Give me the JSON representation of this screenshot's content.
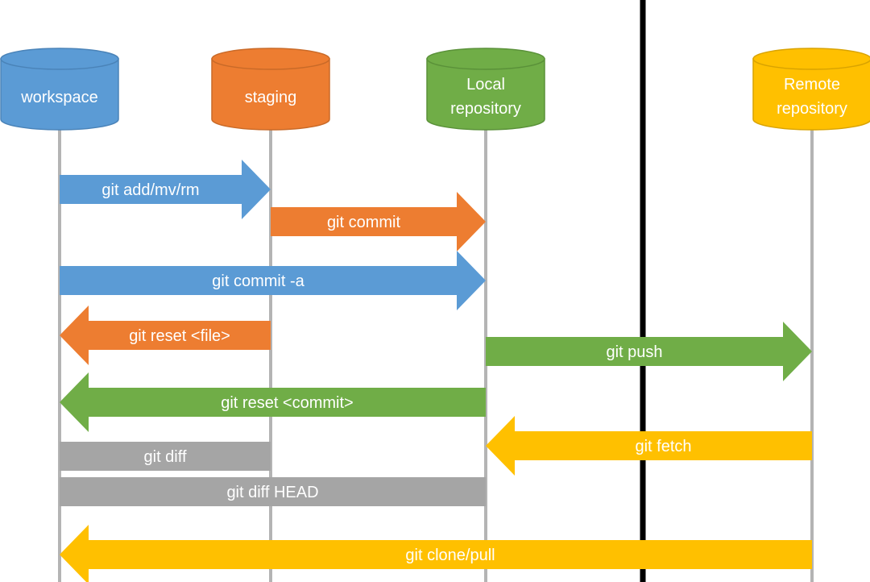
{
  "colors": {
    "blue": "#5b9bd5",
    "blue_dark": "#4a83b8",
    "orange": "#ed7d31",
    "orange_dark": "#c96a28",
    "green": "#70ad47",
    "green_dark": "#5a9139",
    "yellow": "#ffc000",
    "yellow_dark": "#d9a300",
    "gray": "#a5a5a5",
    "lifeline": "#b4b4b4",
    "divider": "#000000"
  },
  "nodes": [
    {
      "id": "workspace",
      "lines": [
        "workspace"
      ],
      "color": "blue"
    },
    {
      "id": "staging",
      "lines": [
        "staging"
      ],
      "color": "orange"
    },
    {
      "id": "local",
      "lines": [
        "Local",
        "repository"
      ],
      "color": "green"
    },
    {
      "id": "remote",
      "lines": [
        "Remote",
        "repository"
      ],
      "color": "yellow"
    }
  ],
  "commands": [
    {
      "label": "git add/mv/rm",
      "from": "workspace",
      "to": "staging",
      "color": "blue",
      "kind": "arrow"
    },
    {
      "label": "git commit",
      "from": "staging",
      "to": "local",
      "color": "orange",
      "kind": "arrow"
    },
    {
      "label": "git commit -a",
      "from": "workspace",
      "to": "local",
      "color": "blue",
      "kind": "arrow"
    },
    {
      "label": "git reset <file>",
      "from": "staging",
      "to": "workspace",
      "color": "orange",
      "kind": "arrow"
    },
    {
      "label": "git push",
      "from": "local",
      "to": "remote",
      "color": "green",
      "kind": "arrow"
    },
    {
      "label": "git reset <commit>",
      "from": "local",
      "to": "workspace",
      "color": "green",
      "kind": "arrow"
    },
    {
      "label": "git fetch",
      "from": "remote",
      "to": "local",
      "color": "yellow",
      "kind": "arrow"
    },
    {
      "label": "git diff",
      "from": "workspace",
      "to": "staging",
      "color": "gray",
      "kind": "bar"
    },
    {
      "label": "git diff HEAD",
      "from": "workspace",
      "to": "local",
      "color": "gray",
      "kind": "bar"
    },
    {
      "label": "git clone/pull",
      "from": "remote",
      "to": "workspace",
      "color": "yellow",
      "kind": "arrow"
    }
  ]
}
